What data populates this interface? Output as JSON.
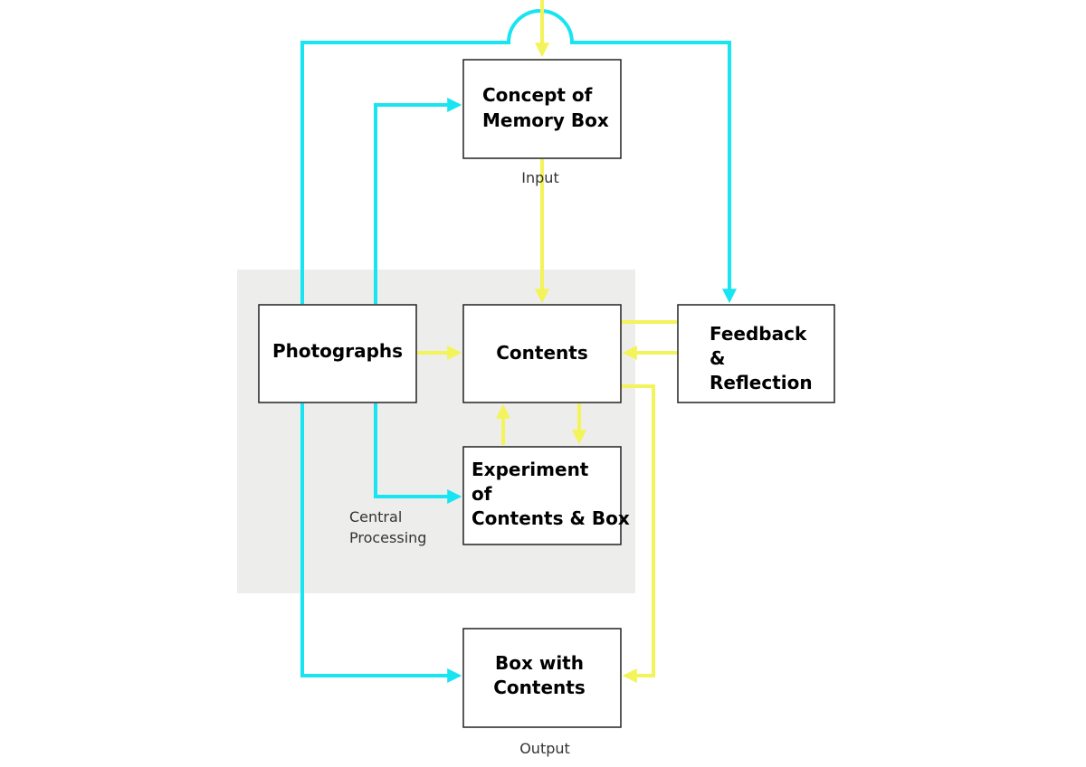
{
  "nodes": {
    "concept": [
      "Concept of",
      "Memory Box"
    ],
    "contents": [
      "Contents"
    ],
    "photographs": [
      "Photographs"
    ],
    "feedback": [
      "Feedback",
      "&",
      "Reflection"
    ],
    "experiment": [
      "Experiment",
      "of",
      "Contents & Box"
    ],
    "output_box": [
      "Box with",
      "Contents"
    ]
  },
  "labels": {
    "input": "Input",
    "central": [
      "Central",
      "Processing"
    ],
    "output": "Output"
  },
  "colors": {
    "cyan": "#18E4F2",
    "yellow": "#F3F35A",
    "region": "#EDEDEB",
    "border": "#222222"
  }
}
